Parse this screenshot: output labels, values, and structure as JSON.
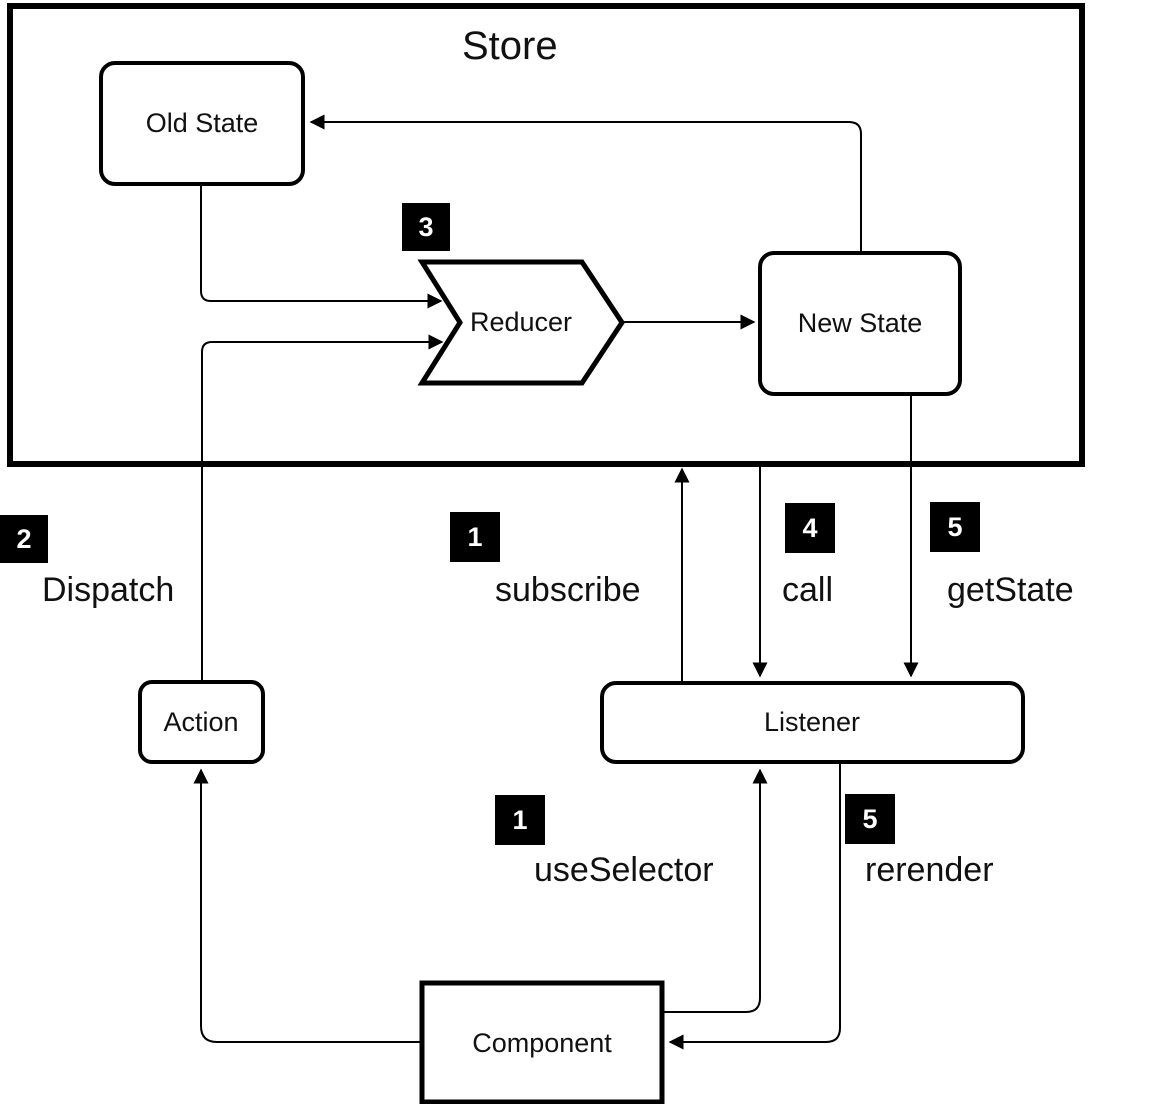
{
  "diagram": {
    "title": "Store",
    "nodes": {
      "old_state": {
        "label": "Old State"
      },
      "reducer": {
        "label": "Reducer"
      },
      "new_state": {
        "label": "New State"
      },
      "action": {
        "label": "Action"
      },
      "listener": {
        "label": "Listener"
      },
      "component": {
        "label": "Component"
      }
    },
    "badges": {
      "step2_dispatch": "2",
      "step3_reducer": "3",
      "step1_subscribe": "1",
      "step4_call": "4",
      "step5_getstate": "5",
      "step1_useselector": "1",
      "step5_rerender": "5"
    },
    "edge_labels": {
      "dispatch": "Dispatch",
      "subscribe": "subscribe",
      "call": "call",
      "getstate": "getState",
      "useselector": "useSelector",
      "rerender": "rerender"
    },
    "colors": {
      "stroke": "#000000",
      "background": "#ffffff",
      "badge_bg": "#000000",
      "badge_text": "#ffffff"
    }
  }
}
